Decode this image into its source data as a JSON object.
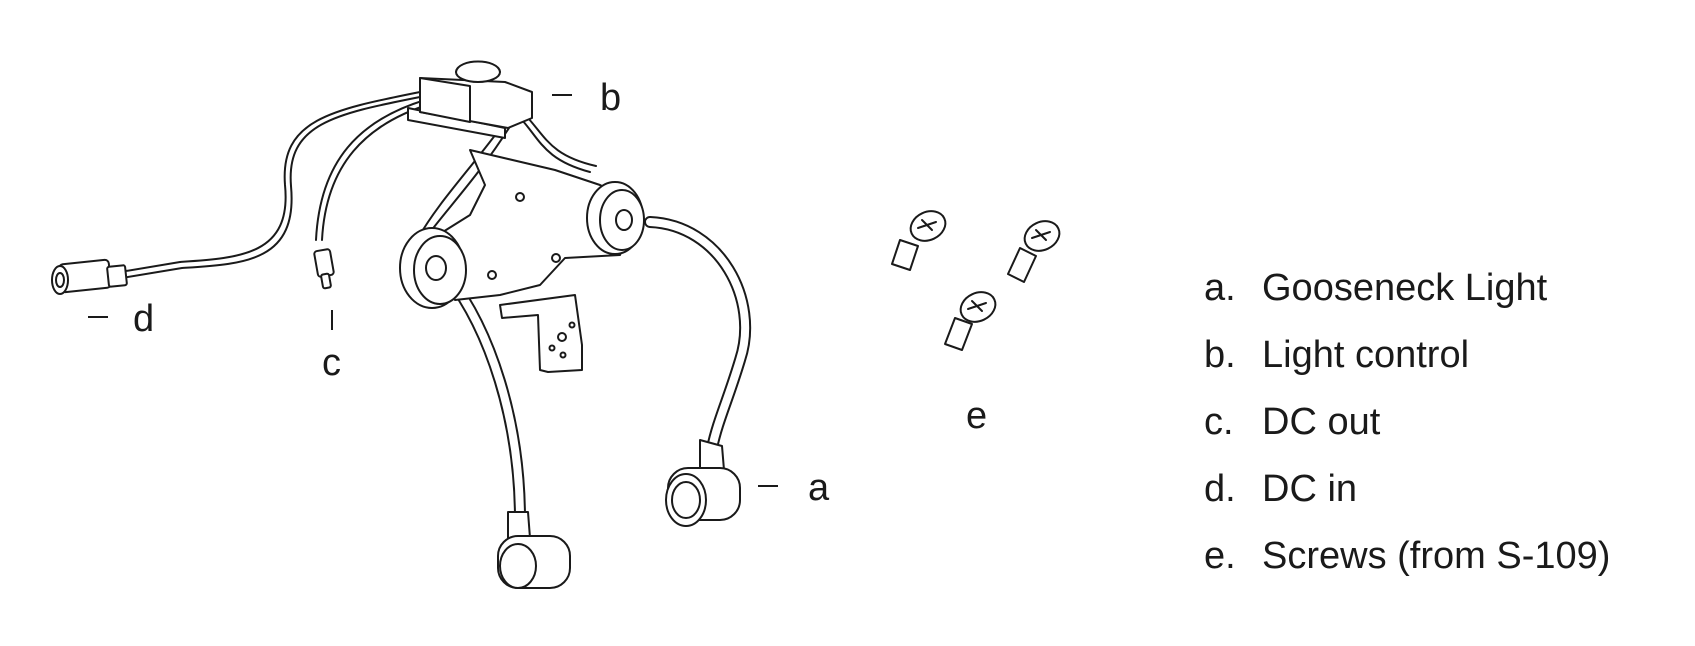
{
  "diagram": {
    "part_labels": {
      "a": "a",
      "b": "b",
      "c": "c",
      "d": "d",
      "e": "e"
    },
    "legend": [
      {
        "key": "a.",
        "text": "Gooseneck Light"
      },
      {
        "key": "b.",
        "text": "Light control"
      },
      {
        "key": "c.",
        "text": "DC out"
      },
      {
        "key": "d.",
        "text": "DC in"
      },
      {
        "key": "e.",
        "text": "Screws (from S-109)"
      }
    ],
    "line_color": "#1a1a1a",
    "background_color": "#ffffff"
  }
}
